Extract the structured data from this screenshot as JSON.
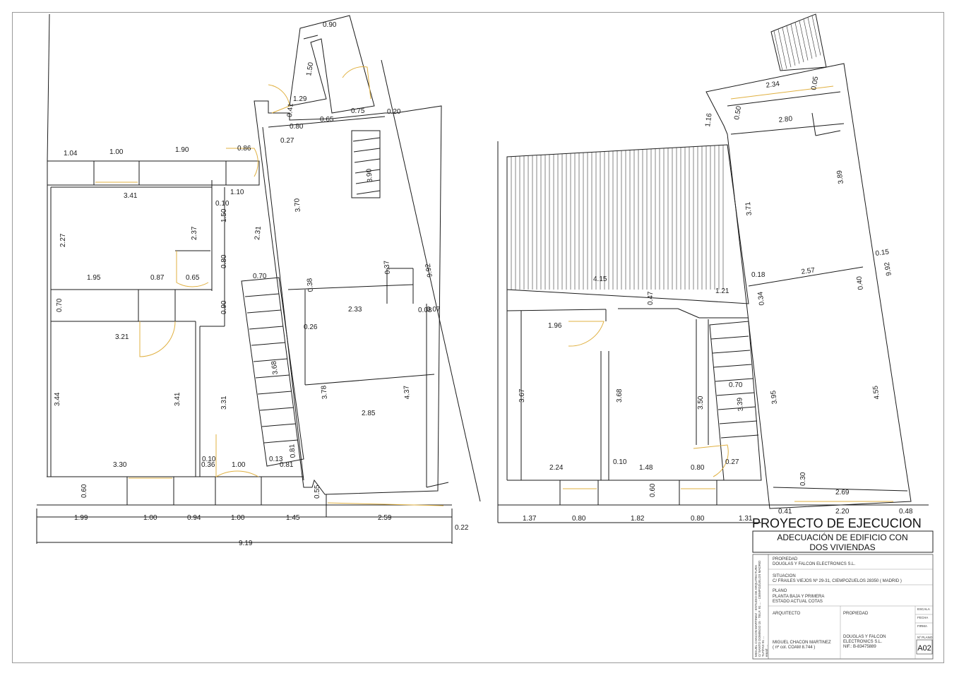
{
  "title_block": {
    "project_type": "PROYECTO DE EJECUCION",
    "project_name_line1": "ADECUACIÓN DE EDIFICIO CON",
    "project_name_line2": "DOS VIVIENDAS",
    "propiedad_label": "PROPIEDAD",
    "propiedad_value": "DOUGLAS Y FALCON ELECTRONICS S.L.",
    "situacion_label": "SITUACION",
    "situacion_value": "C/ FRAILES VIEJOS Nº 29-31, CIEMPOZUELOS 28350 ( MADRID )",
    "plano_label": "PLANO",
    "plano_line1": "PLANTA BAJA Y PRIMERA",
    "plano_line2": "ESTADO ACTUAL COTAS",
    "arquitecto_label": "ARQUITECTO",
    "arquitecto_name": "MIGUEL CHACON MARTINEZ",
    "arquitecto_colegiado": "( nº col. COAM 8.744 )",
    "propiedad2_label": "PROPIEDAD",
    "propiedad2_line1": "DOUGLAS Y FALCON",
    "propiedad2_line2": "ELECTRONICS S.L.",
    "propiedad2_nif": "NIF.: B-83475889",
    "sheet_code": "A02",
    "escala_label": "ESCALA",
    "fecha_label": "FECHA",
    "firma_label": "FIRMA",
    "plano_num_label": "Nº PLANO",
    "vertical_line1": "MIGUEL CHACON MARTINEZ · ESTUDIO DE ARQUITECTURA",
    "vertical_line2": "C/ SANTO DOMINGO 15 · TELF. 91 ... · CIEMPOZUELOS MADRID",
    "vertical_line3": "TLF/FAX 91 ...",
    "vertical_line4": "email: ..."
  },
  "left_plan_dims": {
    "d_0_90": "0.90",
    "d_1_50": "1.50",
    "d_1_29": "1.29",
    "d_0_41": "0.41",
    "d_0_65": "0.65",
    "d_0_75": "0.75",
    "d_0_20": "0.20",
    "d_0_80a": "0.80",
    "d_0_27": "0.27",
    "d_1_04": "1.04",
    "d_1_00a": "1.00",
    "d_1_90": "1.90",
    "d_0_86": "0.86",
    "d_3_41a": "3.41",
    "d_1_10": "1.10",
    "d_0_10a": "0.10",
    "d_1_50b": "1.50",
    "d_2_27": "2.27",
    "d_2_37": "2.37",
    "d_2_31": "2.31",
    "d_3_70": "3.70",
    "d_3_90": "3.90",
    "d_9_92": "9.92",
    "d_1_95": "1.95",
    "d_0_87": "0.87",
    "d_0_65b": "0.65",
    "d_0_80b": "0.80",
    "d_0_70a": "0.70",
    "d_0_37": "0.37",
    "d_0_38": "0.38",
    "d_2_33": "2.33",
    "d_0_08": "0.08",
    "d_0_07": "0.07",
    "d_0_70b": "0.70",
    "d_0_90b": "0.90",
    "d_0_26": "0.26",
    "d_3_21": "3.21",
    "d_3_44": "3.44",
    "d_3_41b": "3.41",
    "d_3_31": "3.31",
    "d_3_68": "3.68",
    "d_3_78": "3.78",
    "d_4_37": "4.37",
    "d_2_85": "2.85",
    "d_3_30": "3.30",
    "d_0_10b": "0.10",
    "d_0_36": "0.36",
    "d_1_00b": "1.00",
    "d_0_13": "0.13",
    "d_0_81a": "0.81",
    "d_0_81b": "0.81",
    "d_0_60": "0.60",
    "d_0_55": "0.55",
    "d_1_99": "1.99",
    "d_1_00c": "1.00",
    "d_0_94": "0.94",
    "d_1_00d": "1.00",
    "d_1_45": "1.45",
    "d_2_59": "2.59",
    "d_0_22": "0.22",
    "d_9_19": "9.19"
  },
  "right_plan_dims": {
    "r_2_34": "2.34",
    "r_0_05": "0.05",
    "r_0_50": "0.50",
    "r_1_16": "1.16",
    "r_2_80": "2.80",
    "r_3_71": "3.71",
    "r_3_89": "3.89",
    "r_9_92": "9.92",
    "r_0_15": "0.15",
    "r_4_15": "4.15",
    "r_1_21": "1.21",
    "r_0_18": "0.18",
    "r_2_57": "2.57",
    "r_0_40": "0.40",
    "r_0_47": "0.47",
    "r_0_34": "0.34",
    "r_1_96": "1.96",
    "r_3_67": "3.67",
    "r_3_68": "3.68",
    "r_3_50": "3.50",
    "r_0_70": "0.70",
    "r_3_39": "3.39",
    "r_3_95": "3.95",
    "r_4_55": "4.55",
    "r_2_24": "2.24",
    "r_0_10": "0.10",
    "r_1_48": "1.48",
    "r_0_80a": "0.80",
    "r_0_27": "0.27",
    "r_0_30": "0.30",
    "r_2_69": "2.69",
    "r_0_60": "0.60",
    "r_0_41": "0.41",
    "r_2_20": "2.20",
    "r_0_48": "0.48",
    "r_1_37": "1.37",
    "r_0_80b": "0.80",
    "r_1_82": "1.82",
    "r_0_80c": "0.80",
    "r_1_31": "1.31"
  },
  "colors": {
    "line": "#1a1a1a",
    "door": "#e0b040",
    "frame": "#9a9a9a"
  }
}
